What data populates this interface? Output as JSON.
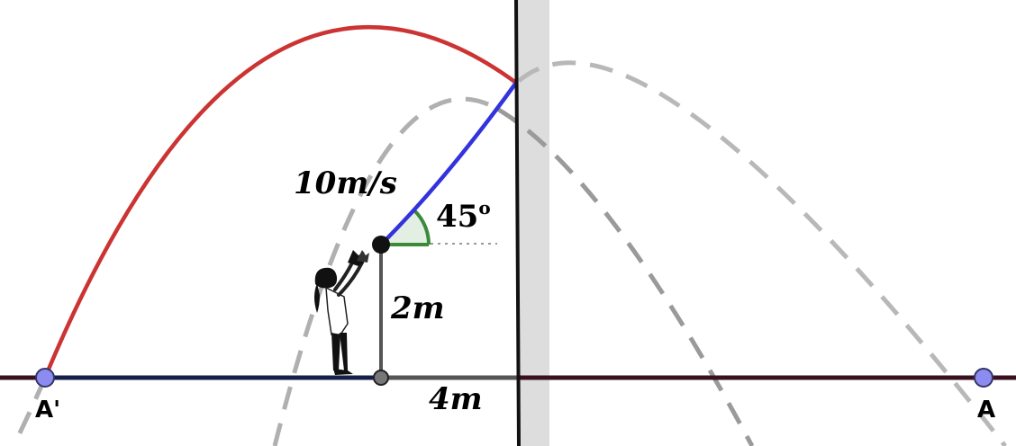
{
  "labels": {
    "velocity": "10m/s",
    "angle_value": "45",
    "angle_sup": "o",
    "height": "2m",
    "distance": "4m",
    "point_a": "A",
    "point_a_prime": "A'"
  },
  "colors": {
    "trajectory_before_wall": "#3333dd",
    "mirrored_trajectory": "#cc3333",
    "dashed_trajectories": "#b0b0b0",
    "wall": "#111111",
    "wall_band": "#dddddd",
    "angle_arc": "#3a8a3a",
    "angle_fill": "#e4efe4",
    "ground": "#3a1020",
    "ground_left": "#15204a",
    "points": "#8c8cf0",
    "height_line": "#555555"
  }
}
